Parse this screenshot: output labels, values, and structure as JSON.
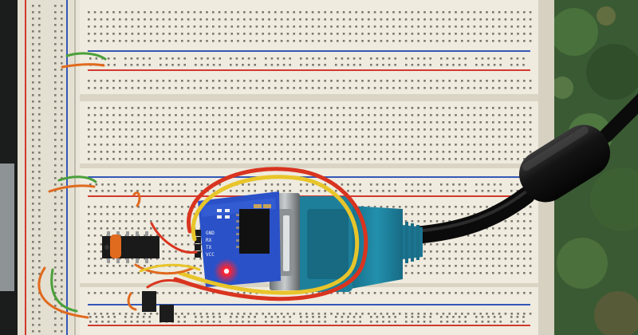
{
  "photo": {
    "subject": "breadboard-serial-adapter",
    "colors": {
      "breadboard": "#e9e5d8",
      "hole": "#555049",
      "rail_red": "#d23a2f",
      "rail_blue": "#3457b8",
      "connector_blue": "#1e7f9b",
      "pcb_blue": "#2a51c8",
      "cable_black": "#141414",
      "wire_red": "#d9341f",
      "wire_yellow": "#e8c52a",
      "wire_green": "#4aa03a",
      "wire_orange": "#e06a1e",
      "led_red": "#ff2230",
      "background_moss": "#3a5a33"
    }
  },
  "module": {
    "pin_labels": [
      "GND",
      "RX",
      "TX",
      "VCC"
    ]
  }
}
